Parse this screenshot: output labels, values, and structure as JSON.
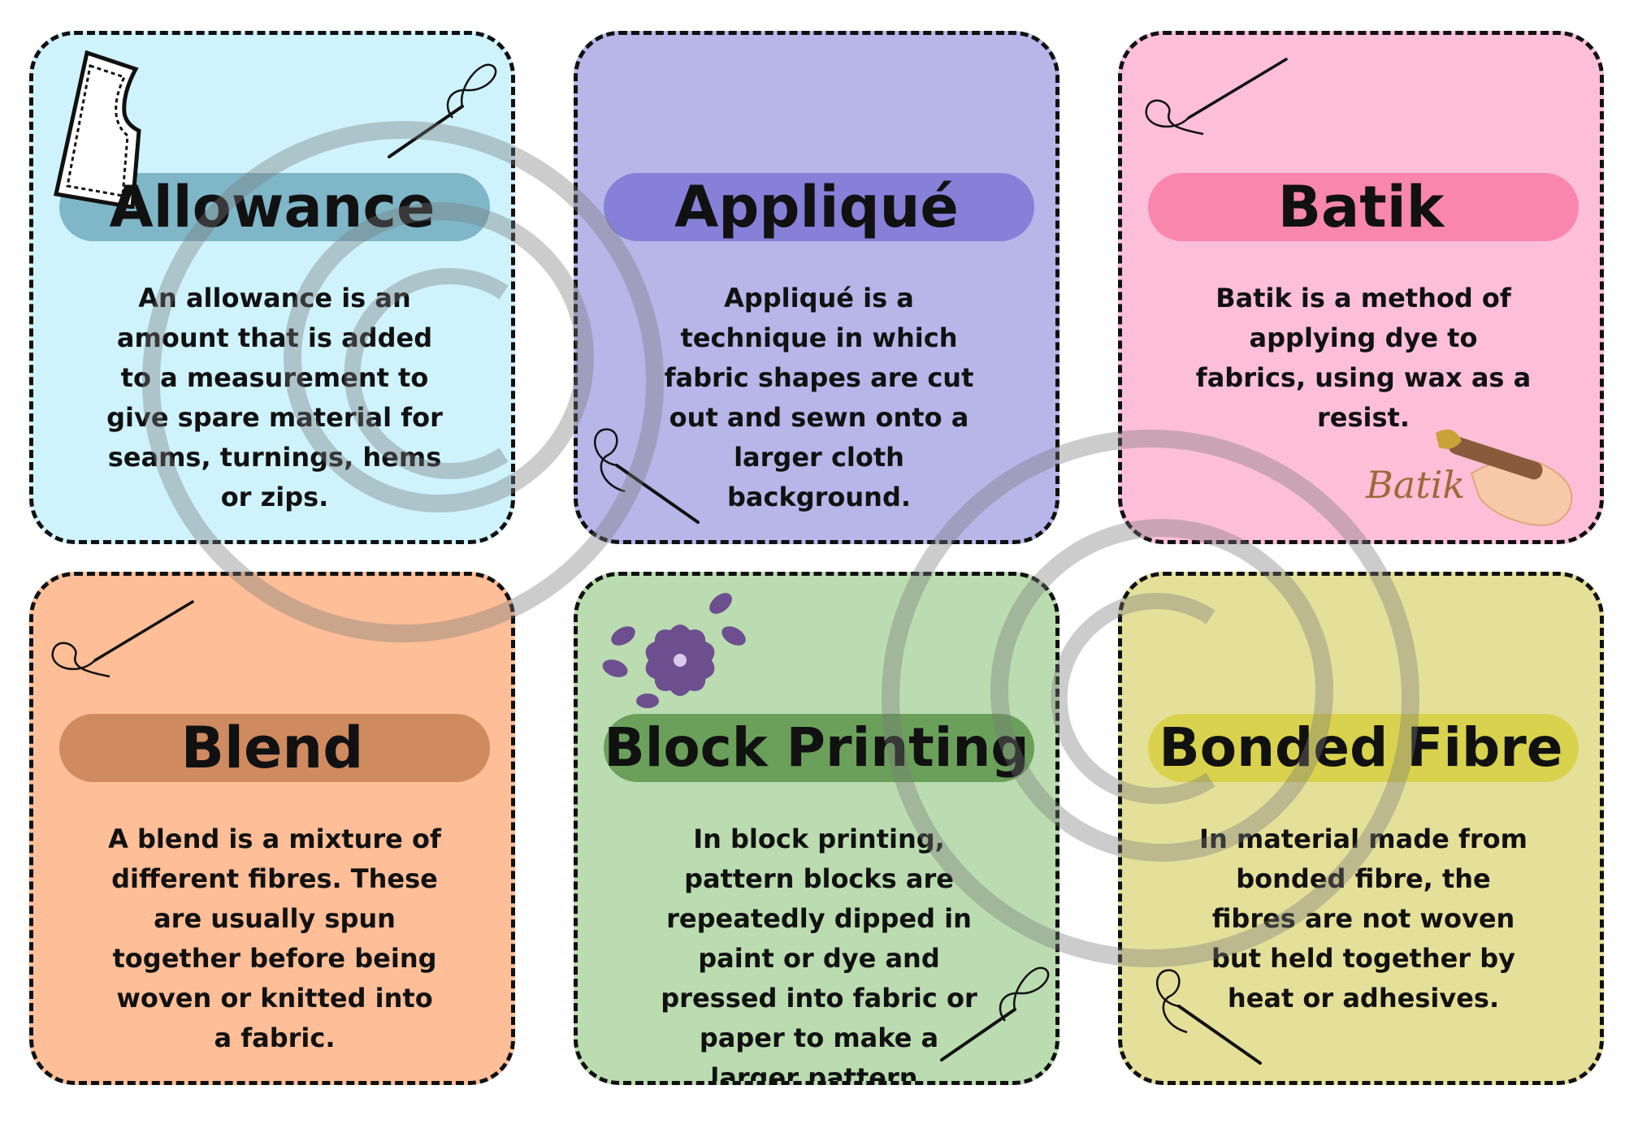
{
  "cards": [
    {
      "title": "Allowance",
      "description": "An allowance is an amount that is added to a measurement to give spare material for seams, turnings, hems or zips.",
      "bg": "#cff3fd",
      "accent": "#7fb6c8"
    },
    {
      "title": "Appliqué",
      "description": "Appliqué is a technique in which fabric shapes are cut out and sewn onto a larger cloth background.",
      "bg": "#b8b5e9",
      "accent": "#8680d8"
    },
    {
      "title": "Batik",
      "description": "Batik is a method of applying dye to fabrics, using wax as a resist.",
      "bg": "#fcbfd7",
      "accent": "#f986ad",
      "logo_text": "Batik"
    },
    {
      "title": "Blend",
      "description": "A blend is a mixture of different fibres. These are usually spun together before being woven or knitted into a fabric.",
      "bg": "#fdbe98",
      "accent": "#cf8a60"
    },
    {
      "title": "Block Printing",
      "description": "In block printing, pattern blocks are repeatedly dipped in paint or dye and pressed into fabric or paper to make a larger pattern.",
      "bg": "#badcb0",
      "accent": "#6ba05b"
    },
    {
      "title": "Bonded Fibre",
      "description": "In material made from bonded fibre, the fibres are not woven but held together by heat or adhesives.",
      "bg": "#e4e09a",
      "accent": "#d8d24e"
    }
  ],
  "icons": {
    "needle": "needle-and-thread-icon",
    "pattern": "sewing-pattern-piece-icon",
    "flower": "flower-icon",
    "batik_tool": "batik-canting-hand-icon",
    "watermark": "copyright-watermark-icon"
  }
}
